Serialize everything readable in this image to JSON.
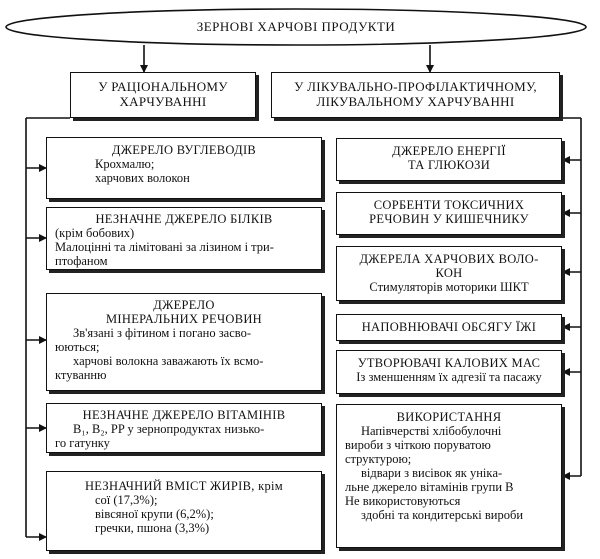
{
  "title": "ЗЕРНОВІ ХАРЧОВІ ПРОДУКТИ",
  "left_header": [
    "У РАЦІОНАЛЬНОМУ",
    "ХАРЧУВАННІ"
  ],
  "right_header": [
    "У ЛІКУВАЛЬНО-ПРОФІЛАКТИЧНОМУ,",
    "ЛІКУВАЛЬНОМУ ХАРЧУВАННІ"
  ],
  "left_boxes": [
    {
      "title": [
        "ДЖЕРЕЛО ВУГЛЕВОДІВ"
      ],
      "lines": [
        "Крохмалю;",
        "харчових волокон"
      ]
    },
    {
      "title": [
        "НЕЗНАЧНЕ ДЖЕРЕЛО БІЛКІВ"
      ],
      "lines": [
        "(крім бобових)",
        "Малоцінні та лімітовані за лізином і три-",
        "птофаном"
      ]
    },
    {
      "title": [
        "ДЖЕРЕЛО",
        "МІНЕРАЛЬНИХ РЕЧОВИН"
      ],
      "lines": [
        "Зв'язані з фітином і погано засво-",
        "юються;",
        "харчові волокна заважають їх всмо-",
        "ктуванню"
      ]
    },
    {
      "title": [
        "НЕЗНАЧНЕ ДЖЕРЕЛО ВІТАМІНІВ"
      ],
      "lines": [
        "B₁, B₂, PP у зернопродуктах низько-",
        "го гатунку"
      ]
    },
    {
      "title": [
        "НЕЗНАЧНИЙ ВМІСТ ЖИРІВ, крім"
      ],
      "lines": [
        "сої (17,3%);",
        "вівсяної крупи (6,2%);",
        "гречки, пшона (3,3%)"
      ]
    }
  ],
  "right_boxes": [
    {
      "title": [
        "ДЖЕРЕЛО ЕНЕРГІЇ",
        "ТА ГЛЮКОЗИ"
      ],
      "lines": []
    },
    {
      "title": [
        "СОРБЕНТИ ТОКСИЧНИХ",
        "РЕЧОВИН У КИШЕЧНИКУ"
      ],
      "lines": []
    },
    {
      "title": [
        "ДЖЕРЕЛА ХАРЧОВИХ ВОЛО-",
        "КОН"
      ],
      "lines": [
        "Стимуляторів моторики ШКТ"
      ]
    },
    {
      "title": [
        "НАПОВНЮВАЧІ ОБСЯГУ ЇЖІ"
      ],
      "lines": []
    },
    {
      "title": [
        "УТВОРЮВАЧІ КАЛОВИХ МАС"
      ],
      "lines": [
        "Із зменшенням їх адгезії та пасажу"
      ]
    },
    {
      "title": [
        "ВИКОРИСТАННЯ"
      ],
      "lines": [
        "Напівчерстві хлібобулочні",
        "вироби з чіткою поруватою",
        "структурою;",
        "відвари з висівок як унікa-",
        "льне джерело вітамінів групи В",
        "Не використовуються",
        "здобні та кондитерські вироби"
      ]
    }
  ]
}
